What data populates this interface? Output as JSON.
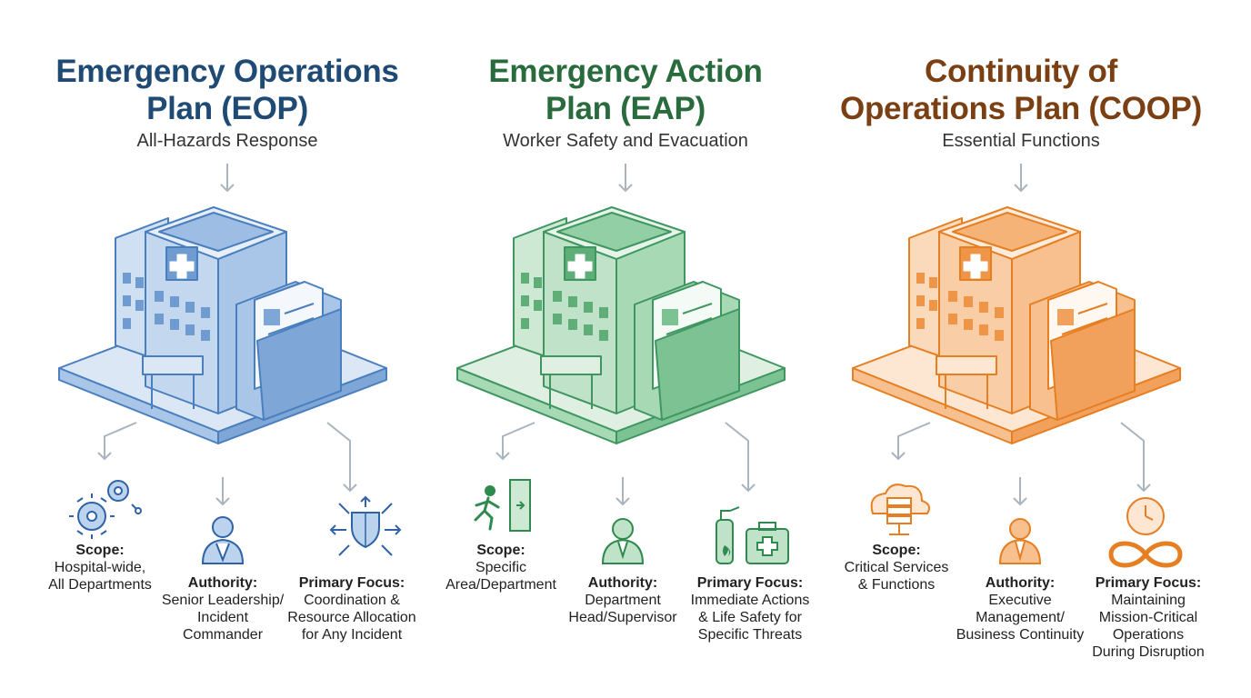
{
  "colors": {
    "eop": {
      "title": "#1f4a73",
      "stroke": "#4a7fbf",
      "light": "#dbe7f5",
      "mid": "#a9c6e8",
      "dark": "#7ea6d6"
    },
    "eap": {
      "title": "#2a6b3e",
      "stroke": "#3f9660",
      "light": "#dff0e3",
      "mid": "#a8d9b5",
      "dark": "#7cc293"
    },
    "coop": {
      "title": "#7a3f12",
      "stroke": "#e67e22",
      "light": "#fde6d2",
      "mid": "#f8c08e",
      "dark": "#f2a15c"
    },
    "arrow": "#a9b4be"
  },
  "columns": [
    {
      "id": "eop",
      "title_lines": [
        "Emergency Operations",
        "Plan (EOP)"
      ],
      "subtitle": "All-Hazards Response",
      "scope": {
        "head": "Scope:",
        "lines": [
          "Hospital-wide,",
          "All Departments"
        ],
        "icon": "gears-icon"
      },
      "authority": {
        "head": "Authority:",
        "lines": [
          "Senior Leadership/",
          "Incident",
          "Commander"
        ],
        "icon": "doctor-icon"
      },
      "focus": {
        "head": "Primary Focus:",
        "lines": [
          "Coordination &",
          "Resource Allocation",
          "for Any Incident"
        ],
        "icon": "shield-arrows-icon"
      }
    },
    {
      "id": "eap",
      "title_lines": [
        "Emergency Action",
        "Plan (EAP)"
      ],
      "subtitle": "Worker Safety and Evacuation",
      "scope": {
        "head": "Scope:",
        "lines": [
          "Specific",
          "Area/Department"
        ],
        "icon": "exit-door-icon"
      },
      "authority": {
        "head": "Authority:",
        "lines": [
          "Department",
          "Head/Supervisor"
        ],
        "icon": "supervisor-icon"
      },
      "focus": {
        "head": "Primary Focus:",
        "lines": [
          "Immediate Actions",
          "& Life Safety for",
          "Specific Threats"
        ],
        "icon": "extinguisher-firstaid-icon"
      }
    },
    {
      "id": "coop",
      "title_lines": [
        "Continuity of",
        "Operations Plan (COOP)"
      ],
      "subtitle": "Essential Functions",
      "scope": {
        "head": "Scope:",
        "lines": [
          "Critical Services",
          "& Functions"
        ],
        "icon": "cloud-server-icon"
      },
      "authority": {
        "head": "Authority:",
        "lines": [
          "Executive",
          "Management/",
          "Business Continuity"
        ],
        "icon": "executive-icon"
      },
      "focus": {
        "head": "Primary Focus:",
        "lines": [
          "Maintaining",
          "Mission-Critical",
          "Operations",
          "During Disruption"
        ],
        "icon": "infinity-clock-icon"
      }
    }
  ]
}
